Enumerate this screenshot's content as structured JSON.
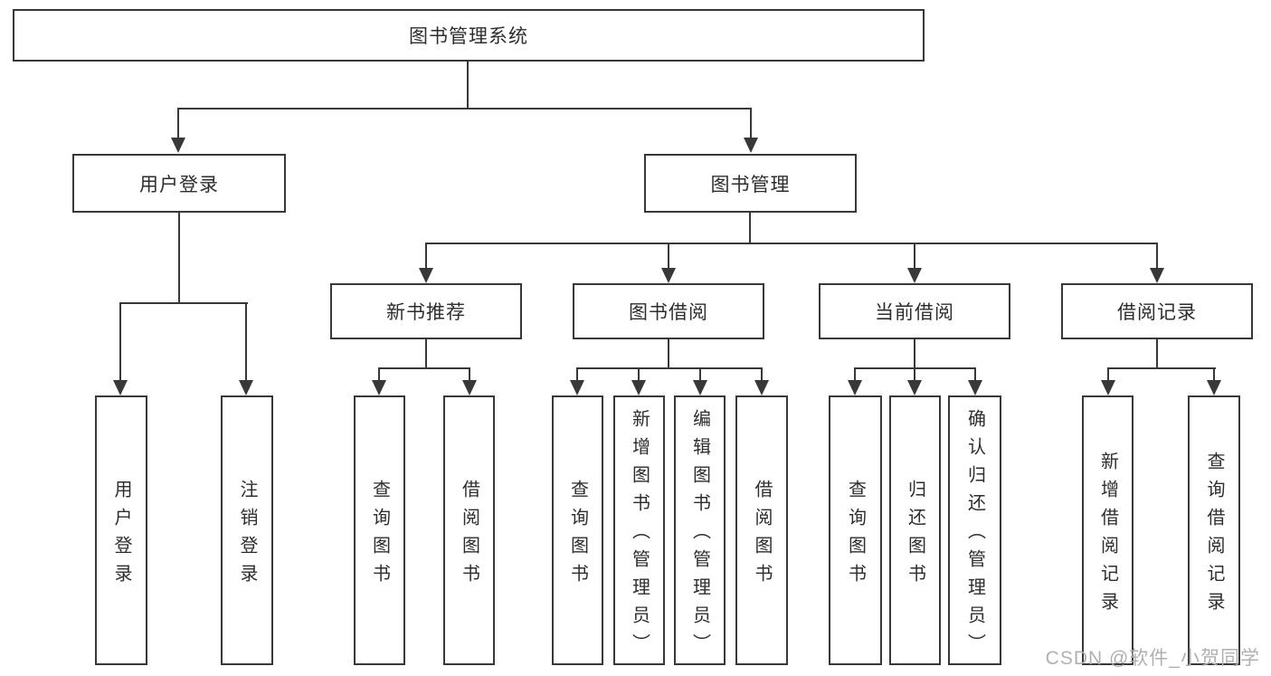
{
  "diagram_title": "图书管理系统",
  "tree": {
    "label": "图书管理系统",
    "children": [
      {
        "label": "用户登录",
        "children": [
          {
            "label": "用户登录"
          },
          {
            "label": "注销登录"
          }
        ]
      },
      {
        "label": "图书管理",
        "children": [
          {
            "label": "新书推荐",
            "children": [
              {
                "label": "查询图书"
              },
              {
                "label": "借阅图书"
              }
            ]
          },
          {
            "label": "图书借阅",
            "children": [
              {
                "label": "查询图书"
              },
              {
                "label": "新增图书（管理员）"
              },
              {
                "label": "编辑图书（管理员）"
              },
              {
                "label": "借阅图书"
              }
            ]
          },
          {
            "label": "当前借阅",
            "children": [
              {
                "label": "查询图书"
              },
              {
                "label": "归还图书"
              },
              {
                "label": "确认归还（管理员）"
              }
            ]
          },
          {
            "label": "借阅记录",
            "children": [
              {
                "label": "新增借阅记录"
              },
              {
                "label": "查询借阅记录"
              }
            ]
          }
        ]
      }
    ]
  },
  "watermark": {
    "text": "CSDN @软件_小贺同学"
  },
  "colors": {
    "line": "#383838",
    "box_border": "#383838",
    "box_background": "#ffffff",
    "text": "#2d2d2d",
    "watermark": "#b0b0b0",
    "page_background": "#ffffff"
  }
}
